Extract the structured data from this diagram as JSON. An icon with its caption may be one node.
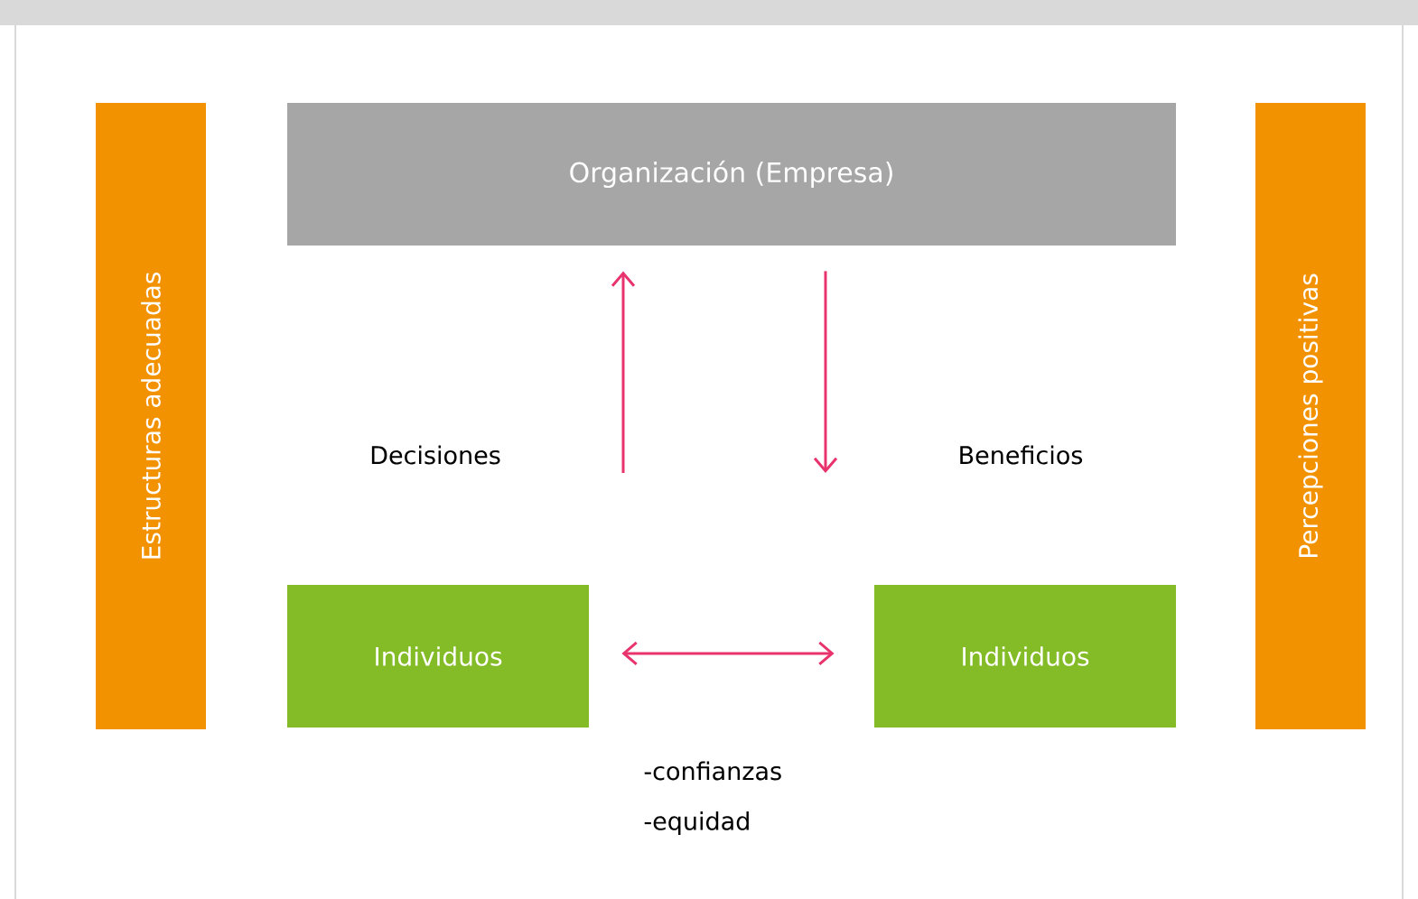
{
  "diagram": {
    "nodes": [
      {
        "text": [
          "Estructuras adecuadas"
        ]
      },
      {
        "text": [
          "Organización (Empresa)"
        ]
      },
      {
        "text": [
          "Percepciones positivas"
        ]
      },
      {
        "text": [
          "Individuos"
        ]
      },
      {
        "text": [
          "Individuos"
        ]
      }
    ],
    "edges": [
      {
        "from": null,
        "to": 1,
        "arrow": "to"
      },
      {
        "from": 1,
        "to": null,
        "arrow": "to"
      },
      {
        "from": 3,
        "to": 4,
        "arrow": "both"
      }
    ],
    "labels": [
      "Decisiones",
      "Beneficios",
      "-confianzas",
      "-equidad"
    ]
  }
}
